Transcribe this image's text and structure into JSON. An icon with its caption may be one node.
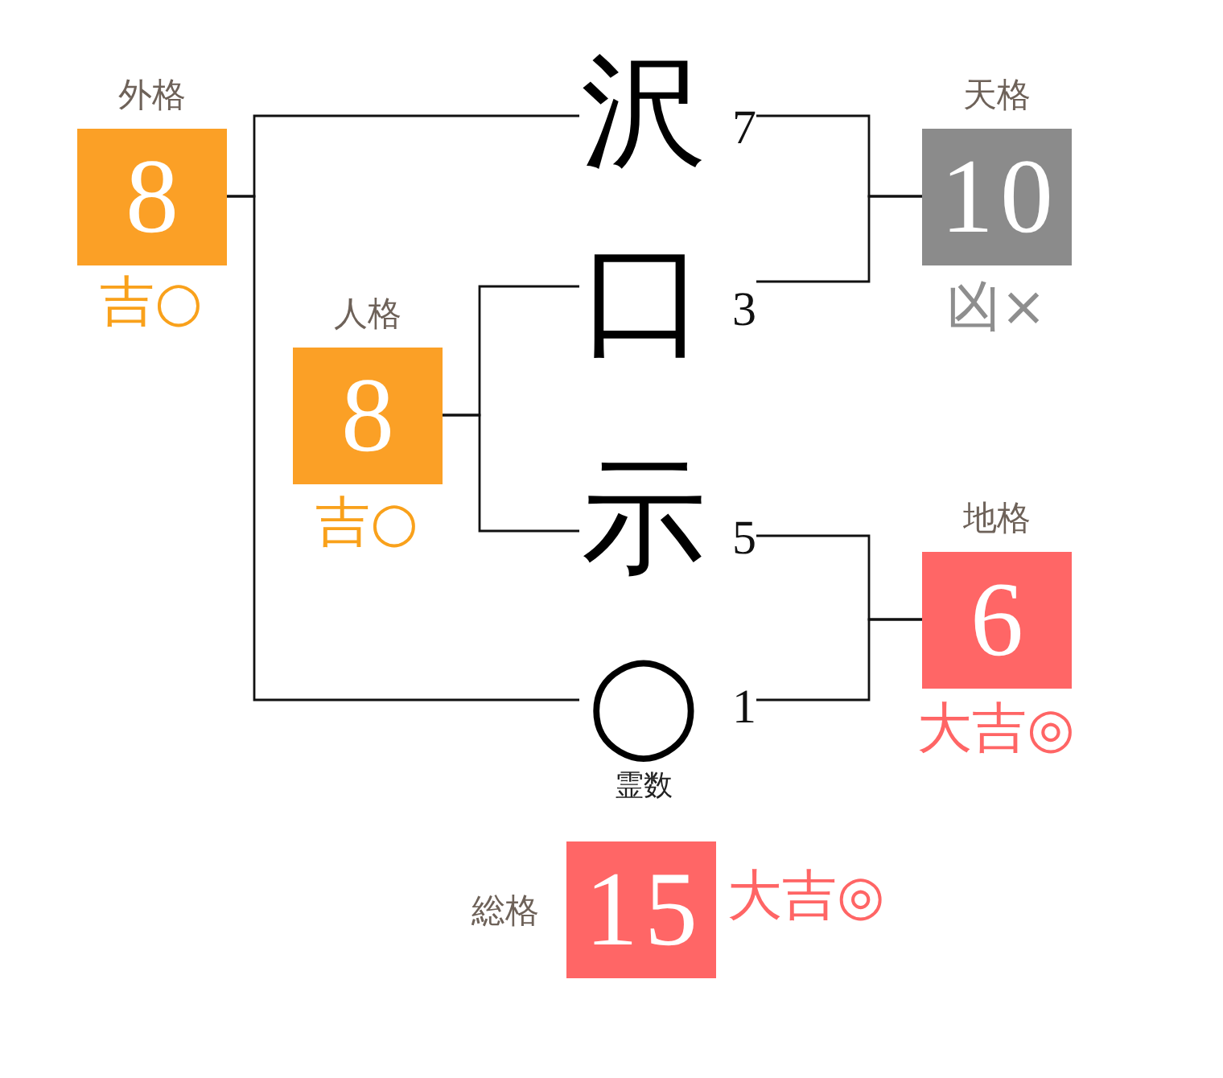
{
  "diagram": {
    "nodes": [
      {
        "text": [
          "外格",
          "8"
        ],
        "beside": [
          "吉○"
        ]
      },
      {
        "text": [
          "沢",
          "7"
        ]
      },
      {
        "text": [
          "天格",
          "10"
        ],
        "beside": [
          "凶×"
        ]
      },
      {
        "text": [
          "口",
          "3"
        ]
      },
      {
        "text": [
          "人格",
          "8"
        ],
        "beside": [
          "吉○"
        ]
      },
      {
        "text": [
          "示",
          "5"
        ]
      },
      {
        "text": [
          "地格",
          "6"
        ],
        "beside": [
          "大吉◎"
        ]
      },
      {
        "text": [
          "◯",
          "1"
        ],
        "beside": [
          "霊数"
        ]
      },
      {
        "text": [
          "総格",
          "15"
        ],
        "beside": [
          "大吉◎"
        ]
      }
    ],
    "edges": [
      {
        "from": 0,
        "to": 1,
        "arrow": "none"
      },
      {
        "from": 0,
        "to": 7,
        "arrow": "none"
      },
      {
        "from": 4,
        "to": 3,
        "arrow": "none"
      },
      {
        "from": 4,
        "to": 5,
        "arrow": "none"
      },
      {
        "from": 1,
        "to": 2,
        "arrow": "none"
      },
      {
        "from": 3,
        "to": 2,
        "arrow": "none"
      },
      {
        "from": 5,
        "to": 6,
        "arrow": "none"
      },
      {
        "from": 7,
        "to": 6,
        "arrow": "none"
      }
    ]
  }
}
